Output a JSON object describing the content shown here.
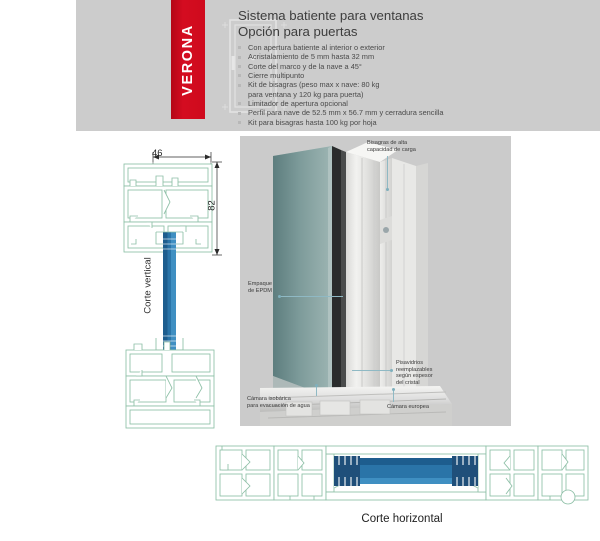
{
  "brand": {
    "name": "VERONA"
  },
  "header": {
    "title_line1": "Sistema batiente para ventanas",
    "title_line2": "Opción para puertas",
    "features": [
      {
        "text": "Con apertura batiente al interior o exterior",
        "continuation": false
      },
      {
        "text": "Acristalamiento de 5 mm hasta 32 mm",
        "continuation": false
      },
      {
        "text": "Corte del marco y de la nave a 45°",
        "continuation": false
      },
      {
        "text": "Cierre multipunto",
        "continuation": false
      },
      {
        "text": "Kit de bisagras (peso max x nave: 80 kg",
        "continuation": false
      },
      {
        "text": "para ventana y 120 kg para puerta)",
        "continuation": true
      },
      {
        "text": "Limitador de apertura opcional",
        "continuation": false
      },
      {
        "text": "Perfil para nave de 52.5 mm x 56.7 mm y cerradura sencilla",
        "continuation": false
      },
      {
        "text": "Kit para bisagras hasta 100 kg por hoja",
        "continuation": false
      }
    ]
  },
  "drawings": {
    "vertical": {
      "label": "Corte vertical",
      "dim_width": "46",
      "dim_height": "82"
    },
    "horizontal": {
      "label": "Corte horizontal"
    }
  },
  "photo_callouts": {
    "bisagras_line1": "Bisagras de alta",
    "bisagras_line2": "capacidad de carga",
    "empaque_line1": "Empaque",
    "empaque_line2": "de EPDM",
    "camara_iso_line1": "Cámara isobárica",
    "camara_iso_line2": "para evacuación de agua",
    "pisavidrios_line1": "Pisavidrios",
    "pisavidrios_line2": "reemplazables",
    "pisavidrios_line3": "según espesor",
    "pisavidrios_line4": "del cristal",
    "camara_europea": "Cámara europea"
  },
  "colors": {
    "brand_red": "#cf0a1d",
    "panel_gray": "#cccccc",
    "photo_gray": "#cbcbcb",
    "cad_green": "#9ec9b4",
    "glass_blue": "#2e7fae",
    "leader_blue": "#8fb9c4"
  }
}
